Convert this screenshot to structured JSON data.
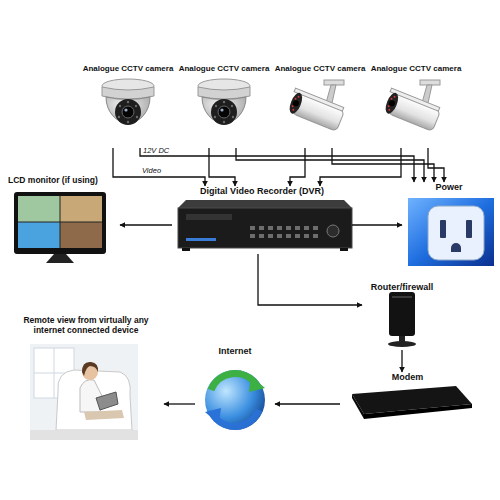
{
  "diagram": {
    "nodes": [
      {
        "text": [
          "Analogue CCTV camera"
        ]
      },
      {
        "text": [
          "Analogue CCTV camera"
        ]
      },
      {
        "text": [
          "Analogue CCTV camera"
        ]
      },
      {
        "text": [
          "Analogue CCTV camera"
        ]
      },
      {
        "text": [
          "LCD monitor (if using)"
        ]
      },
      {
        "text": [
          "Digital Video Recorder (DVR)"
        ]
      },
      {
        "text": [
          "Power"
        ]
      },
      {
        "text": [
          "Router/firewall"
        ]
      },
      {
        "text": [
          "Remote view from virtually any internet connected device"
        ]
      },
      {
        "text": [
          "Internet"
        ]
      },
      {
        "text": [
          "Modem"
        ]
      }
    ],
    "edges": [
      {
        "from": 0,
        "to": 5,
        "arrow": "to",
        "label": "Video"
      },
      {
        "from": 0,
        "to": 6,
        "arrow": "to",
        "label": "12V DC"
      },
      {
        "from": 1,
        "to": 5,
        "arrow": "to"
      },
      {
        "from": 1,
        "to": 6,
        "arrow": "to"
      },
      {
        "from": 2,
        "to": 5,
        "arrow": "to"
      },
      {
        "from": 2,
        "to": 6,
        "arrow": "to"
      },
      {
        "from": 3,
        "to": 5,
        "arrow": "to"
      },
      {
        "from": 3,
        "to": 6,
        "arrow": "to"
      },
      {
        "from": 5,
        "to": 4,
        "arrow": "to"
      },
      {
        "from": 5,
        "to": 6,
        "arrow": "to"
      },
      {
        "from": 5,
        "to": 7,
        "arrow": "to"
      },
      {
        "from": 7,
        "to": 10,
        "arrow": "to"
      },
      {
        "from": 10,
        "to": 9,
        "arrow": "to"
      },
      {
        "from": 9,
        "to": 8,
        "arrow": "to"
      }
    ]
  }
}
